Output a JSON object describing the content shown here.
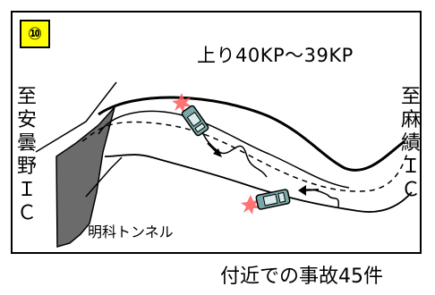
{
  "badge": {
    "label": "⑩"
  },
  "title": "上り40KP～39KP",
  "left_destination": "至安曇野ＩＣ",
  "right_destination": "至麻績ＩＣ",
  "tunnel_label": "明科トンネル",
  "footer": "付近での事故45件",
  "colors": {
    "badge_fill": "#ffff00",
    "tunnel_fill": "#6b6b6b",
    "car_body": "#7aa7a7",
    "crash_mark": "#ff5a5a"
  },
  "icons": [
    "car-icon",
    "crash-burst-icon",
    "arrow-icon"
  ]
}
